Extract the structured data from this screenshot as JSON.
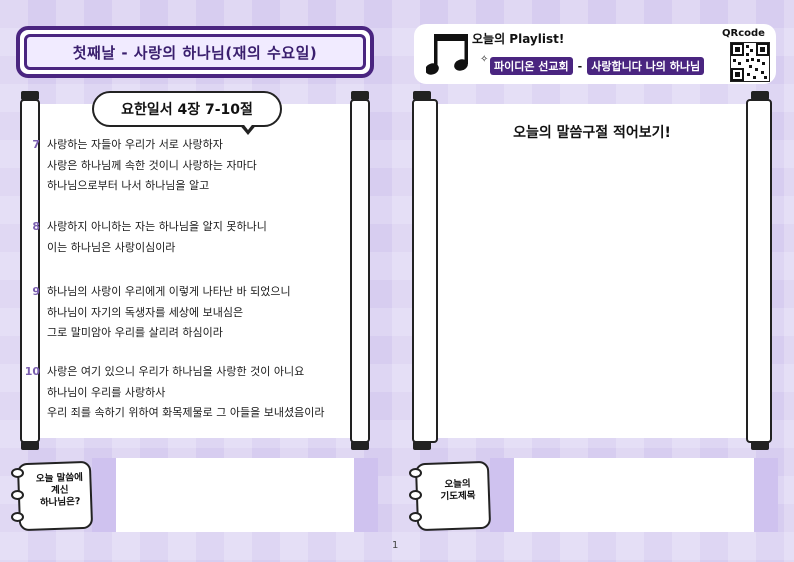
{
  "left": {
    "title": "첫째날 - 사랑의 하나님(재의 수요일)",
    "reference": "요한일서 4장 7-10절",
    "verses": [
      {
        "num": "7",
        "lines": [
          "사랑하는 자들아 우리가 서로 사랑하자",
          "사랑은 하나님께 속한 것이니 사랑하는 자마다",
          "하나님으로부터 나서 하나님을 알고"
        ]
      },
      {
        "num": "8",
        "lines": [
          "사랑하지 아니하는 자는 하나님을 알지 못하나니",
          "이는 하나님은 사랑이심이라"
        ]
      },
      {
        "num": "9",
        "lines": [
          "하나님의 사랑이 우리에게 이렇게 나타난 바 되었으니",
          "하나님이 자기의 독생자를 세상에 보내심은",
          "그로 말미암아 우리를 살리려 하심이라"
        ]
      },
      {
        "num": "10",
        "lines": [
          "사랑은 여기 있으니 우리가 하나님을 사랑한 것이 아니요",
          "하나님이 우리를 사랑하사",
          "우리 죄를 속하기 위하여 화목제물로 그 아들을 보내셨음이라"
        ]
      }
    ],
    "note_label_lines": [
      "오늘 말씀에",
      "계신",
      "하나님은?"
    ]
  },
  "right": {
    "playlist_title": "오늘의 Playlist!",
    "artist": "파이디온 선교회",
    "separator": "-",
    "song": "사랑합니다 나의 하나님",
    "qr_label": "QRcode",
    "heading": "오늘의 말씀구절 적어보기!",
    "note_label_lines": [
      "오늘의",
      "기도제목"
    ]
  },
  "page_number": "1",
  "colors": {
    "accent": "#4a2580",
    "background": "#d7cdf0",
    "stripe": "#cfc2ef",
    "verse_number": "#7b5fb0"
  }
}
